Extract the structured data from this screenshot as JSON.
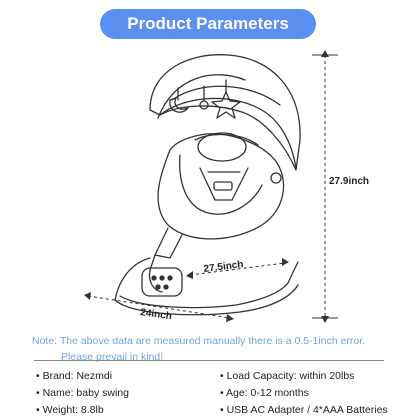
{
  "title": "Product Parameters",
  "dimensions": {
    "height": "27.9inch",
    "depth": "27.5inch",
    "width": "24inch"
  },
  "note": {
    "line1": "Note: The above data are measured manually there is a 0.5-1inch error.",
    "line2": "Please prevail in kind!"
  },
  "specs_left": [
    "Brand: Nezmdi",
    "Name: baby swing",
    "Weight: 8.8lb"
  ],
  "specs_right": [
    "Load Capacity: within 20lbs",
    "Age: 0-12 months",
    "USB AC Adapter / 4*AAA Batteries"
  ],
  "colors": {
    "banner": "#5b8ff0",
    "note_text": "#6fa5dc"
  }
}
